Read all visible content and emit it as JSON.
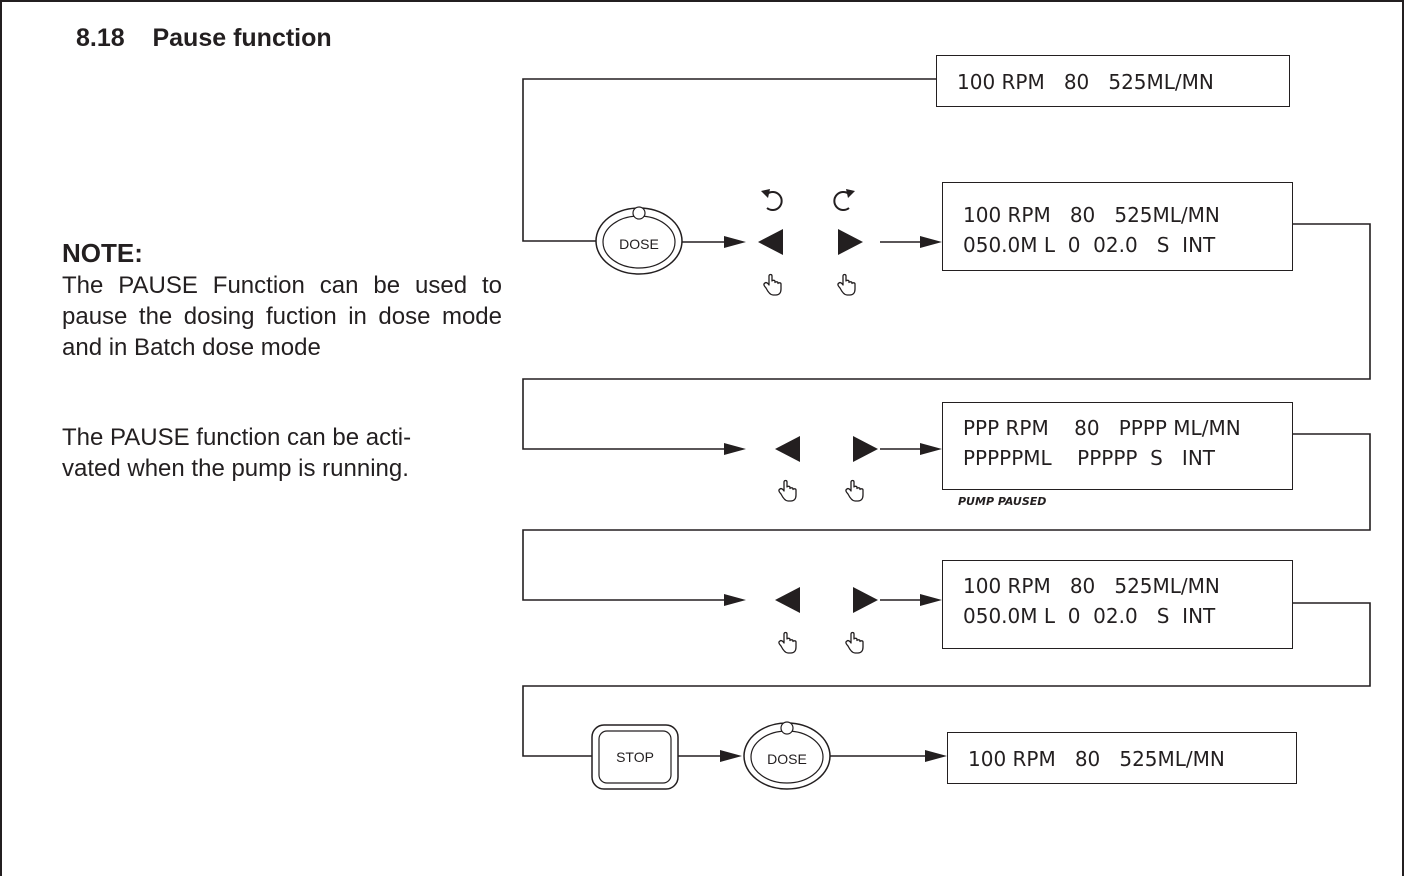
{
  "section": {
    "number": "8.18",
    "title": "Pause function"
  },
  "note": {
    "heading": "NOTE:",
    "paragraph1": "The PAUSE Function can be used to pause the dosing fuction in dose mode and in Batch dose mode",
    "paragraph2_line1": "The PAUSE function can be acti-",
    "paragraph2_line2": "vated when the pump is running."
  },
  "displays": {
    "d1": {
      "line1": "100 RPM   80   525ML/MN"
    },
    "d2": {
      "line1": "100 RPM   80   525ML/MN",
      "line2": "050.0M L  0  02.0   S  INT"
    },
    "d3": {
      "line1": "PPP RPM    80   PPPP ML/MN",
      "line2": "PPPPPML    PPPPP  S   INT",
      "caption": "PUMP PAUSED"
    },
    "d4": {
      "line1": "100 RPM   80   525ML/MN",
      "line2": "050.0M L  0  02.0   S  INT"
    },
    "d5": {
      "line1": "100 RPM   80   525ML/MN"
    }
  },
  "buttons": {
    "dose": "DOSE",
    "stop": "STOP"
  },
  "icons": [
    "rotate-ccw-icon",
    "rotate-cw-icon",
    "left-arrow-key-icon",
    "right-arrow-key-icon",
    "hand-press-icon"
  ]
}
